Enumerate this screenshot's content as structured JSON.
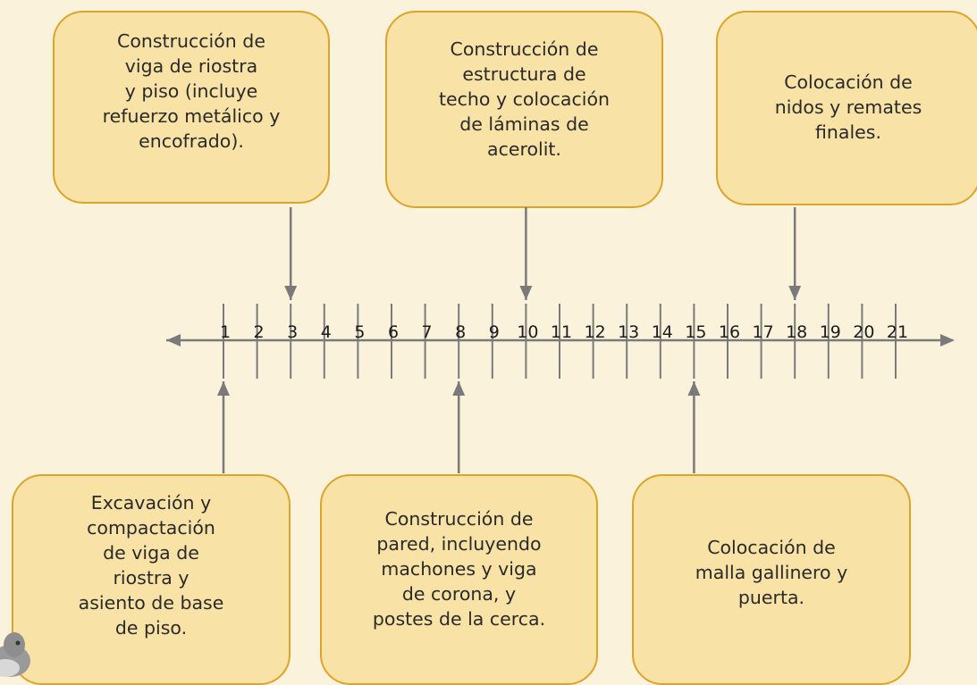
{
  "top_boxes": [
    {
      "text": "Construcción de\nviga de riostra\ny piso (incluye\nrefuerzo metálico y\nencofrado).",
      "points_to": 3
    },
    {
      "text": "Construcción de\nestructura de\ntecho y colocación\nde láminas de\nacerolit.",
      "points_to": 10
    },
    {
      "text": "Colocación de\nnidos y remates\nfinales.",
      "points_to": 18
    }
  ],
  "bottom_boxes": [
    {
      "text": "Excavación y\ncompactación\nde viga de\nriostra y\nasiento de base\nde piso.",
      "points_to": 1
    },
    {
      "text": "Construcción de\npared, incluyendo\nmachones y viga\nde corona, y\npostes de la cerca.",
      "points_to": 8
    },
    {
      "text": "Colocación de\nmalla gallinero y\npuerta.",
      "points_to": 15
    }
  ],
  "number_line": {
    "ticks": [
      "1",
      "2",
      "3",
      "4",
      "5",
      "6",
      "7",
      "8",
      "9",
      "10",
      "11",
      "12",
      "13",
      "14",
      "15",
      "16",
      "17",
      "18",
      "19",
      "20",
      "21"
    ]
  },
  "colors": {
    "background": "#fbf2dc",
    "box_fill": "#f8e2a6",
    "box_border": "#dca42a",
    "line": "#7a7a7a"
  }
}
